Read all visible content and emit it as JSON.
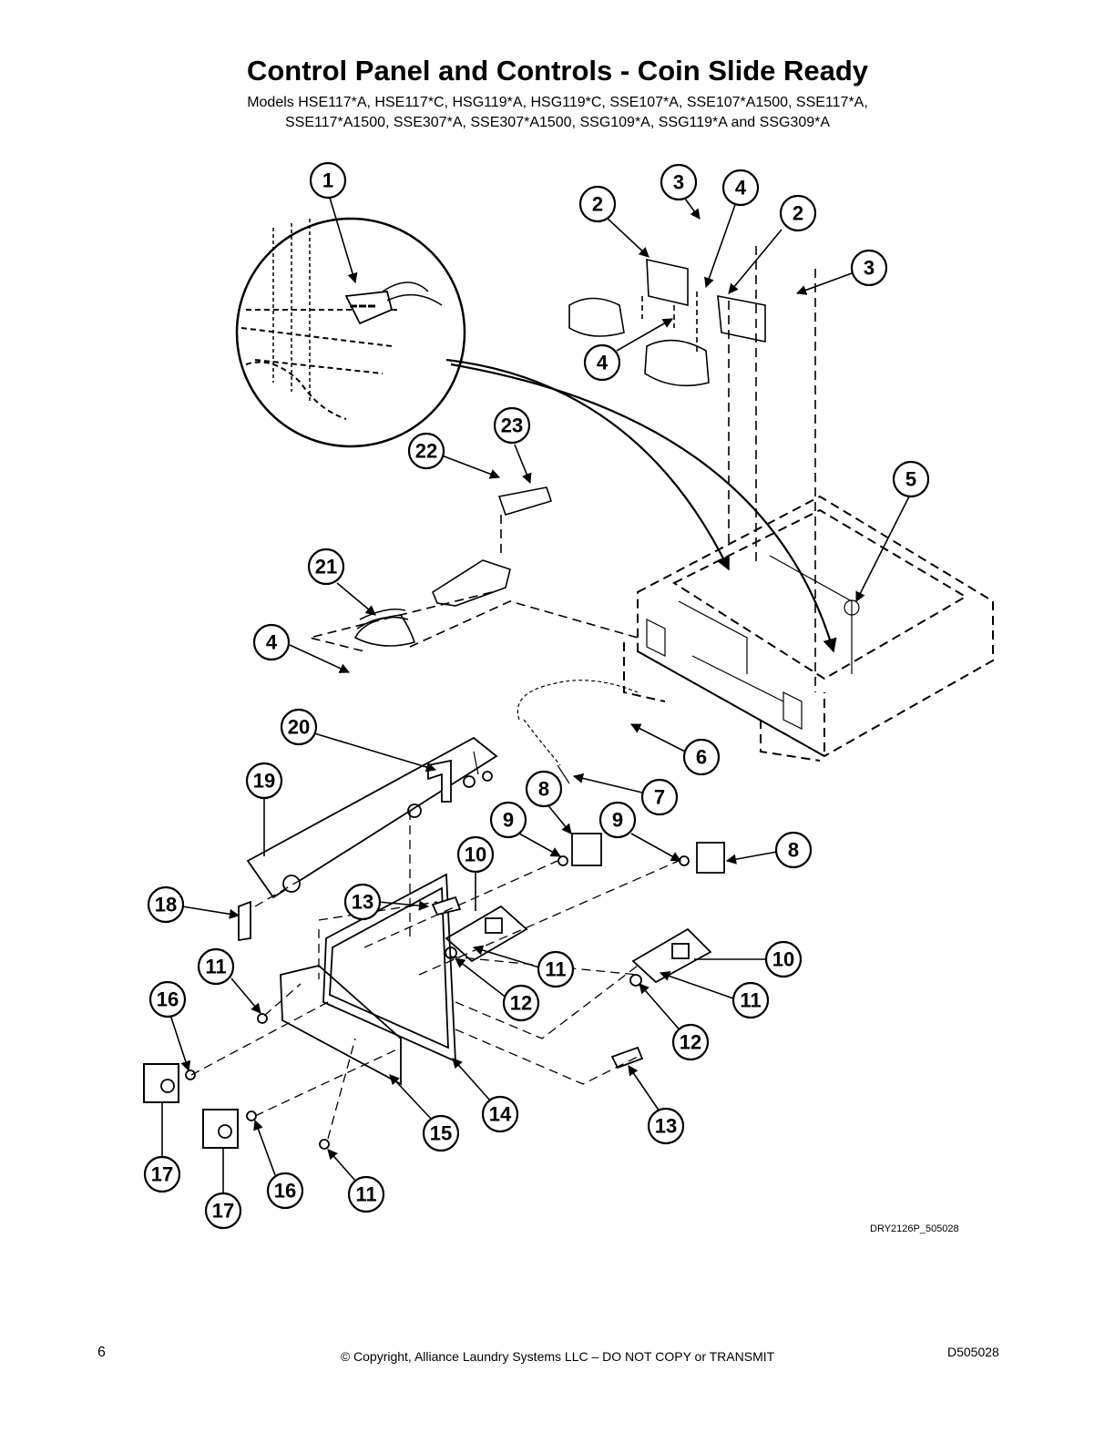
{
  "header": {
    "title": "Control Panel and Controls - Coin Slide Ready",
    "models_line1": "Models HSE117*A, HSE117*C, HSG119*A, HSG119*C, SSE107*A, SSE107*A1500, SSE117*A,",
    "models_line2": "SSE117*A1500, SSE307*A, SSE307*A1500, SSG109*A, SSG119*A and SSG309*A"
  },
  "callouts": [
    "1",
    "2",
    "3",
    "4",
    "2",
    "3",
    "4",
    "23",
    "22",
    "5",
    "21",
    "4",
    "6",
    "7",
    "20",
    "19",
    "8",
    "9",
    "9",
    "8",
    "10",
    "13",
    "18",
    "11",
    "10",
    "11",
    "16",
    "12",
    "11",
    "12",
    "14",
    "15",
    "13",
    "17",
    "16",
    "11",
    "17"
  ],
  "drawing_code": "DRY2126P_505028",
  "footer": {
    "page_number": "6",
    "copyright": "© Copyright, Alliance Laundry Systems LLC – DO NOT COPY or TRANSMIT",
    "doc_number": "D505028"
  }
}
